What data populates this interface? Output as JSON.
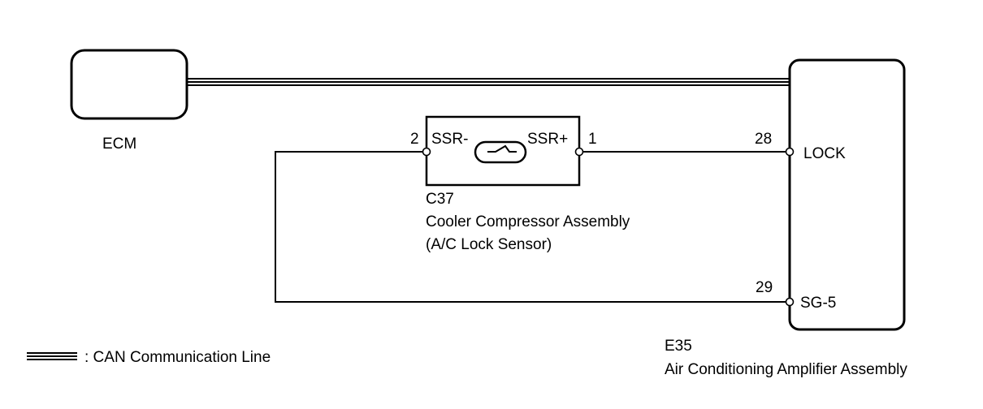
{
  "ecm": {
    "label": "ECM"
  },
  "sensor": {
    "code": "C37",
    "name": "Cooler Compressor Assembly",
    "subtitle": "(A/C Lock Sensor)",
    "terminal_left_label": "SSR-",
    "terminal_right_label": "SSR+",
    "pin_left": "2",
    "pin_right": "1"
  },
  "amplifier": {
    "code": "E35",
    "name": "Air Conditioning Amplifier Assembly",
    "terminals": [
      {
        "pin": "28",
        "label": "LOCK"
      },
      {
        "pin": "29",
        "label": "SG-5"
      }
    ]
  },
  "legend": {
    "can_line": ": CAN Communication Line"
  }
}
